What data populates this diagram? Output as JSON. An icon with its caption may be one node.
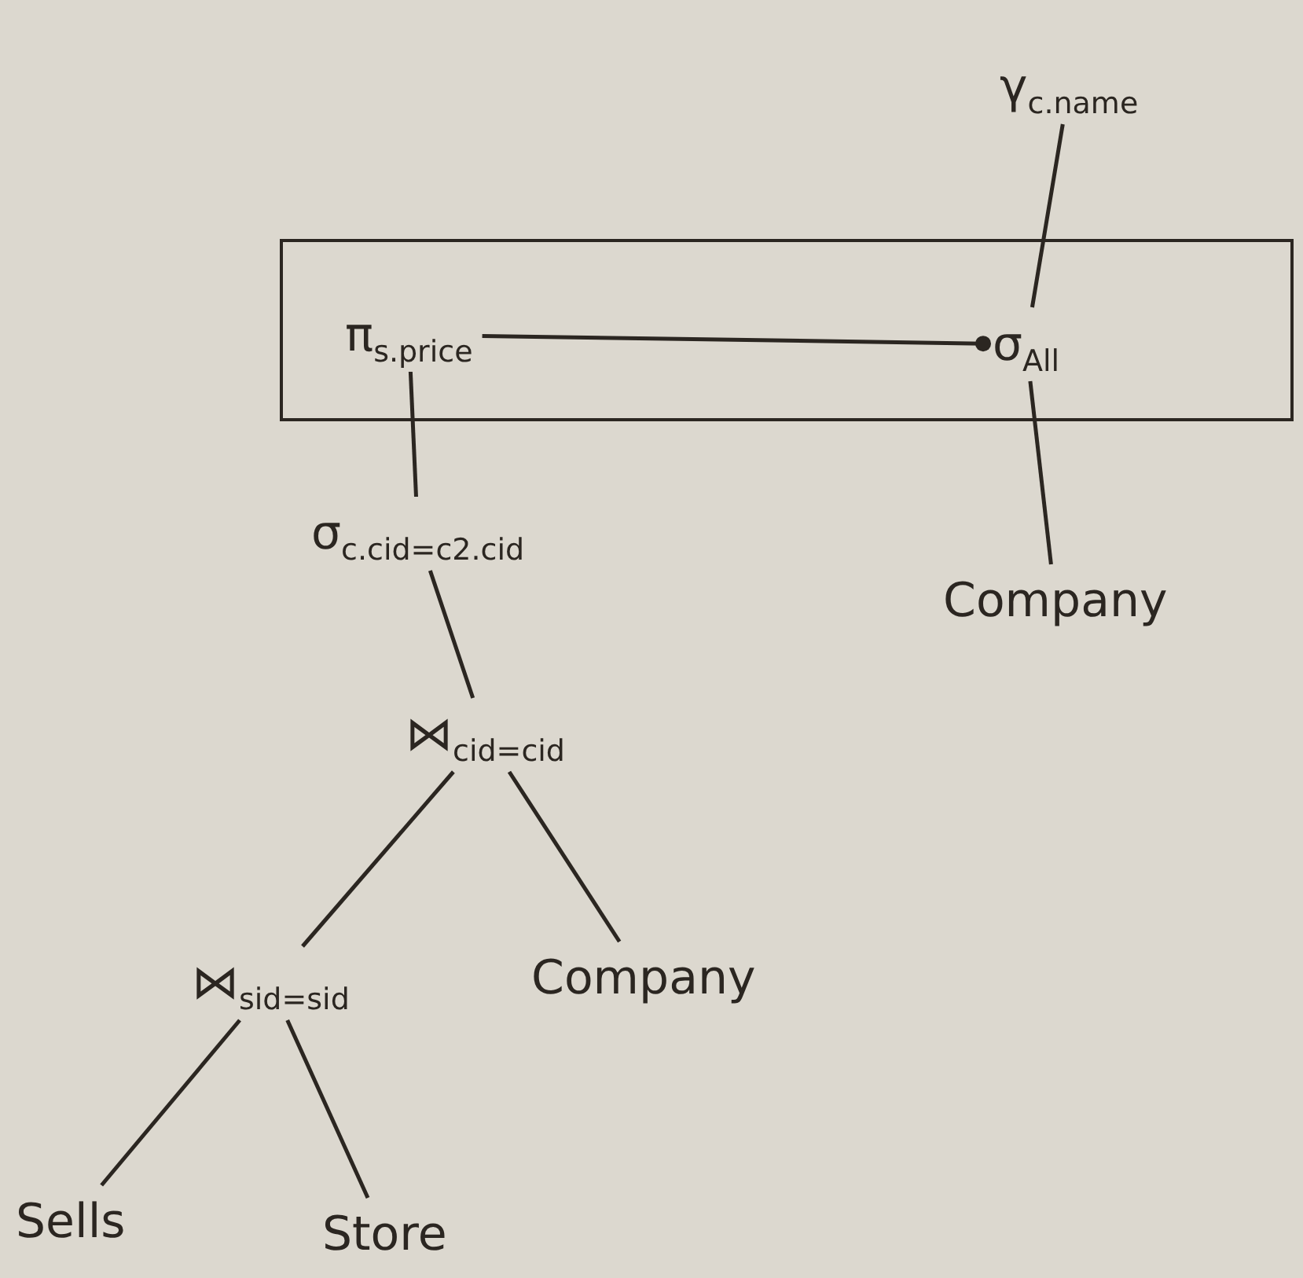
{
  "diagram": {
    "nodes": [
      {
        "text": [],
        "shape": "box"
      },
      {
        "text": [
          "π$_{s.price}$"
        ],
        "in": 0
      },
      {
        "text": [
          "σ$_{All}$"
        ],
        "in": 0
      },
      {
        "text": [
          "γ$_{c.name}$"
        ]
      },
      {
        "text": [
          "Company"
        ]
      },
      {
        "text": [
          "σ$_{c.cid=c2.cid}$"
        ]
      },
      {
        "text": [
          "⋈$_{cid=cid}$"
        ]
      },
      {
        "text": [
          "Company"
        ]
      },
      {
        "text": [
          "⋈$_{sid=sid}$"
        ]
      },
      {
        "text": [
          "Sells"
        ]
      },
      {
        "text": [
          "Store"
        ]
      }
    ],
    "edges": [
      {
        "from": 1,
        "to": 2,
        "arrow": "other"
      },
      {
        "from": 3,
        "to": 2,
        "arrow": "none"
      },
      {
        "from": 2,
        "to": 4,
        "arrow": "none"
      },
      {
        "from": 1,
        "to": 5,
        "arrow": "none"
      },
      {
        "from": 5,
        "to": 6,
        "arrow": "none"
      },
      {
        "from": 6,
        "to": 8,
        "arrow": "none"
      },
      {
        "from": 6,
        "to": 7,
        "arrow": "none"
      },
      {
        "from": 8,
        "to": 9,
        "arrow": "none"
      },
      {
        "from": 8,
        "to": 10,
        "arrow": "none"
      }
    ]
  }
}
